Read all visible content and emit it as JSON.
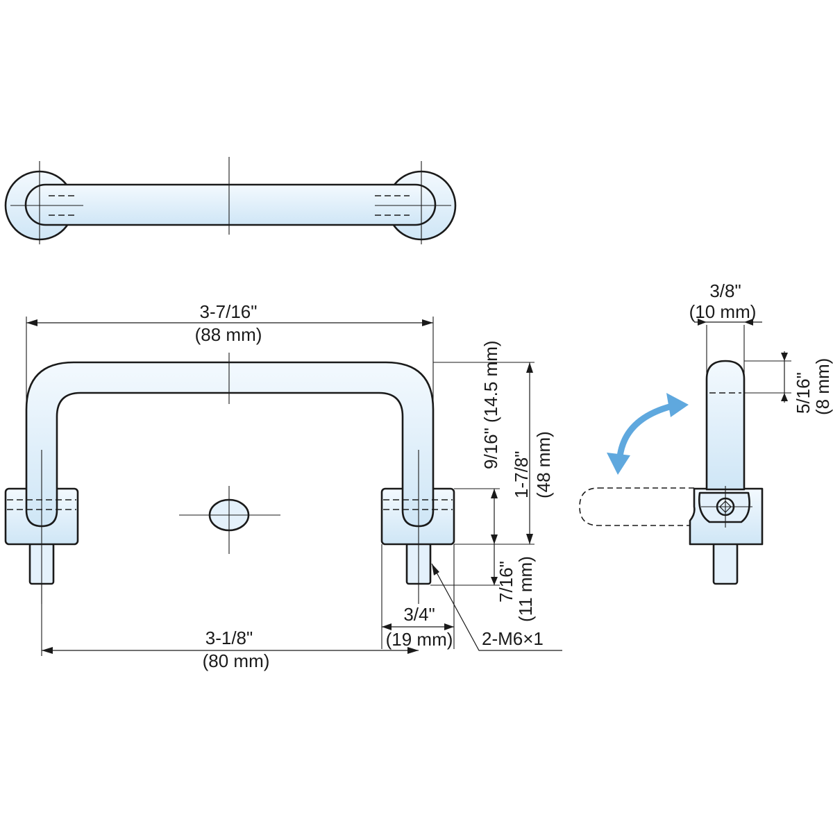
{
  "dimensions": {
    "overall_width": {
      "imperial": "3-7/16\"",
      "metric": "(88 mm)"
    },
    "mounting_pitch": {
      "imperial": "3-1/8\"",
      "metric": "(80 mm)"
    },
    "overall_height": {
      "imperial": "1-7/8\"",
      "metric": "(48 mm)"
    },
    "inner_height": {
      "text": "9/16\" (14.5 mm)"
    },
    "stud_length": {
      "imperial": "7/16\"",
      "metric": "(11 mm)"
    },
    "base_width": {
      "imperial": "3/4\"",
      "metric": "(19 mm)"
    },
    "thread_callout": {
      "text": "2-M6×1"
    },
    "side_rod_diameter": {
      "imperial": "3/8\"",
      "metric": "(10 mm)"
    },
    "side_tip": {
      "imperial": "5/16\"",
      "metric": "(8 mm)"
    }
  },
  "colors": {
    "part_fill_light": "#f3f9fe",
    "part_fill_dark": "#cfe6f6",
    "rotation_arrow": "#5fa8de",
    "line": "#1a1a1a"
  },
  "icons": {
    "rotation": "curved-double-arrow-icon"
  }
}
